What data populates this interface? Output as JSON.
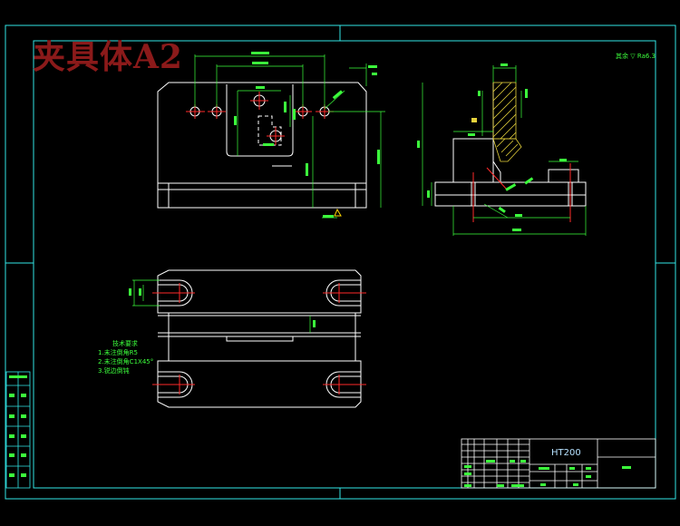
{
  "drawing": {
    "title": "夹具体A2",
    "material": "HT200",
    "roughness_note": "其余",
    "roughness_value": "Ra6.3",
    "technical_requirements": {
      "heading": "技术要求",
      "items": [
        "1.未注倒角R5",
        "2.未注倒角C1X45°",
        "3.锐边倒钝"
      ]
    }
  },
  "colors": {
    "background": "#000000",
    "border": "#32e6e6",
    "outline": "#ffffff",
    "dimension": "#3cff3c",
    "centerline": "#ff2a2a",
    "hatch": "#e6d23c",
    "title_block": "#ffffff"
  }
}
